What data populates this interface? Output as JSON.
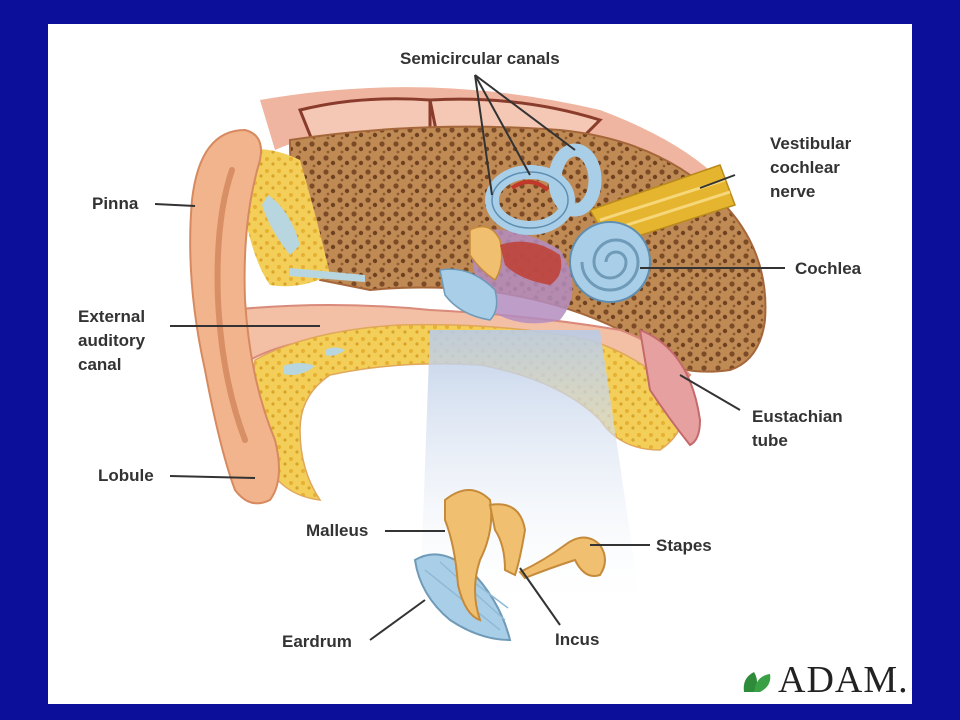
{
  "labels": {
    "semicircular": "Semicircular canals",
    "vestibular_1": "Vestibular",
    "vestibular_2": "cochlear",
    "vestibular_3": "nerve",
    "pinna": "Pinna",
    "cochlea": "Cochlea",
    "external_1": "External",
    "external_2": "auditory",
    "external_3": "canal",
    "eustachian_1": "Eustachian",
    "eustachian_2": "tube",
    "lobule": "Lobule",
    "malleus": "Malleus",
    "stapes": "Stapes",
    "eardrum": "Eardrum",
    "incus": "Incus"
  },
  "logo": {
    "text": "ADAM."
  },
  "colors": {
    "border": "#0b0f99",
    "skin": "#f2b48c",
    "bone_yellow": "#f3cf5a",
    "bone_brown": "#b07845",
    "canal_blue": "#a9cfe8",
    "nerve_gold": "#e6b530"
  }
}
